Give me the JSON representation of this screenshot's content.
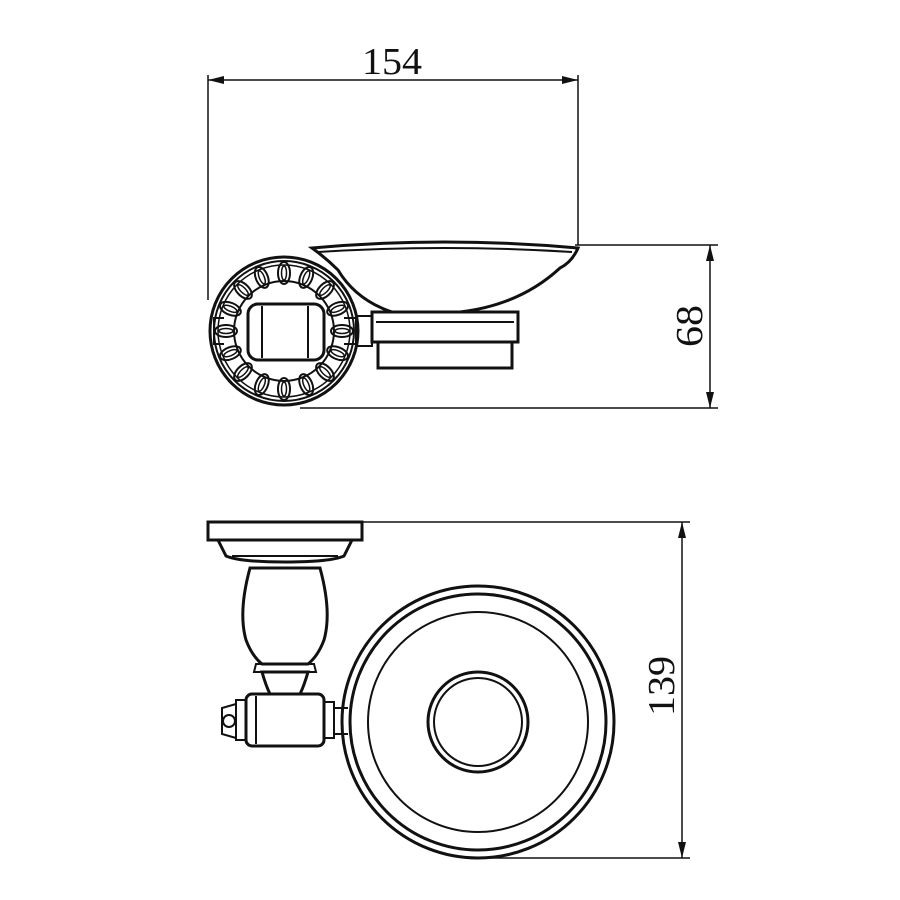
{
  "dimensions": {
    "top_width": "154",
    "top_height": "68",
    "bottom_height": "139"
  },
  "colors": {
    "line": "#111111",
    "background": "#ffffff"
  }
}
